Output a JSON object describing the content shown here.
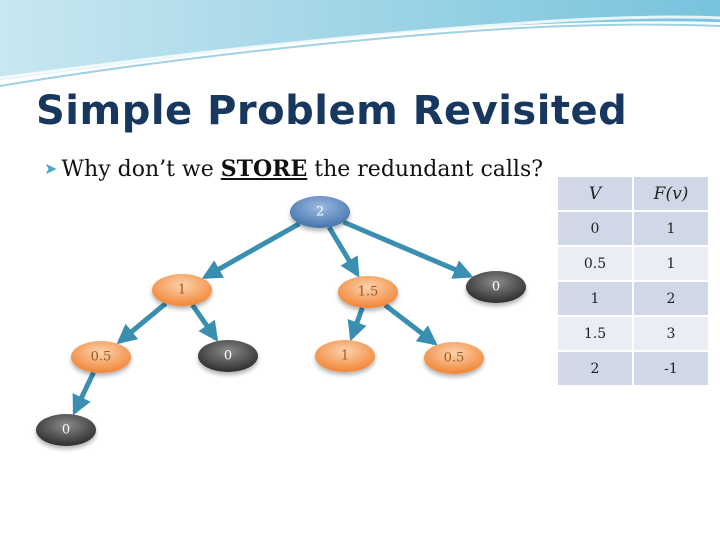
{
  "slide": {
    "title": "Simple Problem Revisited",
    "bullet": {
      "prefix": "Why don’t we ",
      "emphasis": "STORE",
      "suffix": " the redundant calls?"
    }
  },
  "colors": {
    "title": "#17375e",
    "blue_node": "#4f81bd",
    "orange_node": "#f79646",
    "dark_node": "#404040",
    "edge": "#3a8fb0",
    "table_odd": "#d0d8e8",
    "table_even": "#e9edf4"
  },
  "tree": {
    "nodes": [
      {
        "id": "n2",
        "label": "2",
        "style": "blue"
      },
      {
        "id": "n1",
        "label": "1",
        "style": "orange"
      },
      {
        "id": "n15",
        "label": "1.5",
        "style": "orange"
      },
      {
        "id": "n0a",
        "label": "0",
        "style": "dark"
      },
      {
        "id": "n05a",
        "label": "0.5",
        "style": "orange"
      },
      {
        "id": "n0b",
        "label": "0",
        "style": "dark"
      },
      {
        "id": "n1b",
        "label": "1",
        "style": "orange"
      },
      {
        "id": "n05b",
        "label": "0.5",
        "style": "orange"
      },
      {
        "id": "n0c",
        "label": "0",
        "style": "dark"
      }
    ],
    "edges": [
      [
        "n2",
        "n1"
      ],
      [
        "n2",
        "n15"
      ],
      [
        "n2",
        "n0a"
      ],
      [
        "n1",
        "n05a"
      ],
      [
        "n1",
        "n0b"
      ],
      [
        "n15",
        "n1b"
      ],
      [
        "n15",
        "n05b"
      ],
      [
        "n05a",
        "n0c"
      ]
    ]
  },
  "table": {
    "headers": [
      "V",
      "F(v)"
    ],
    "rows": [
      [
        "0",
        "1"
      ],
      [
        "0.5",
        "1"
      ],
      [
        "1",
        "2"
      ],
      [
        "1.5",
        "3"
      ],
      [
        "2",
        "-1"
      ]
    ]
  }
}
